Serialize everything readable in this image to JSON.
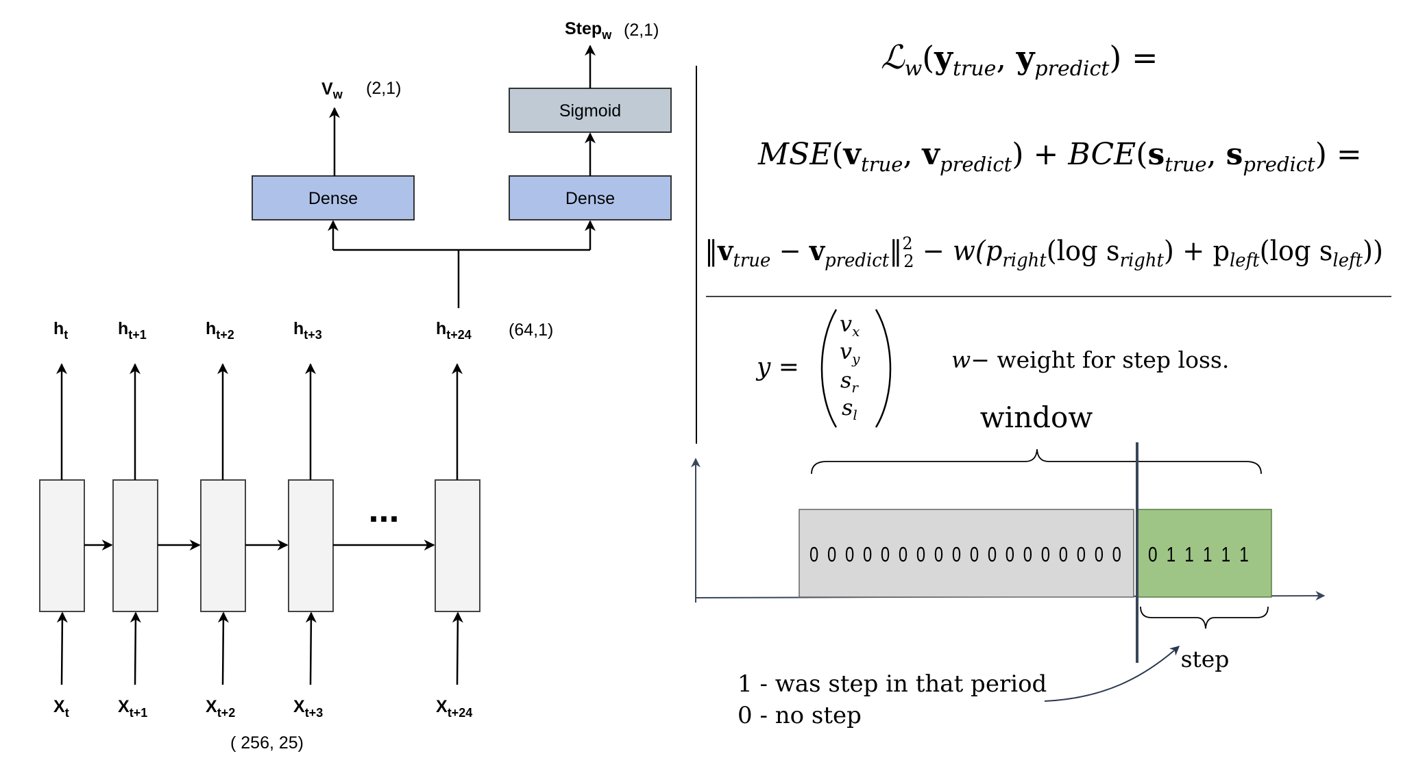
{
  "network": {
    "dense_left_label": "Dense",
    "dense_right_label": "Dense",
    "sigmoid_label": "Sigmoid",
    "vw_label": "V",
    "vw_sub": "w",
    "vw_dim": "(2,1)",
    "step_label": "Step",
    "step_sub": "w",
    "step_dim": "(2,1)",
    "hidden_dim": "(64,1)",
    "input_dim": "( 256, 25)",
    "ellipsis": "...",
    "hidden_units": [
      {
        "base": "h",
        "sub": "t"
      },
      {
        "base": "h",
        "sub": "t+1"
      },
      {
        "base": "h",
        "sub": "t+2"
      },
      {
        "base": "h",
        "sub": "t+3"
      },
      {
        "base": "h",
        "sub": "t+24"
      }
    ],
    "inputs": [
      {
        "base": "X",
        "sub": "t"
      },
      {
        "base": "X",
        "sub": "t+1"
      },
      {
        "base": "X",
        "sub": "t+2"
      },
      {
        "base": "X",
        "sub": "t+3"
      },
      {
        "base": "X",
        "sub": "t+24"
      }
    ]
  },
  "formulas": {
    "line1": {
      "L": "ℒ",
      "Lsub": "w",
      "open": "(",
      "y1": "y",
      "y1sub": "true",
      "comma": ", ",
      "y2": "y",
      "y2sub": "predict",
      "close": ") ="
    },
    "line2": {
      "mse": "MSE",
      "open1": "(",
      "v1": "v",
      "v1sub": "true",
      "comma1": ", ",
      "v2": "v",
      "v2sub": "predict",
      "mid": ") + ",
      "bce": "BCE",
      "open2": "(",
      "s1": "s",
      "s1sub": "true",
      "comma2": ", ",
      "s2": "s",
      "s2sub": "predict",
      "close": ") ="
    },
    "line3": {
      "bar": "‖",
      "v1": "v",
      "v1sub": "true",
      "minus": " − ",
      "v2": "v",
      "v2sub": "predict",
      "bar2": "‖",
      "sup": "2",
      "sub": "2",
      "rest1": " − w(p",
      "pr": "right",
      "log1": "(log s",
      "sr": "right",
      "plus": ") + p",
      "pl": "left",
      "log2": "(log s",
      "sl": "left",
      "end": "))"
    },
    "y_eq": "y =",
    "vector": [
      {
        "base": "v",
        "sub": "x"
      },
      {
        "base": "v",
        "sub": "y"
      },
      {
        "base": "s",
        "sub": "r"
      },
      {
        "base": "s",
        "sub": "l"
      }
    ],
    "weight_note_w": "w",
    "weight_note": "− weight for step loss."
  },
  "window_diagram": {
    "window_label": "window",
    "step_label": "step",
    "zeros": "0 0 0 0 0 0 0 0 0 0 0 0 0 0 0 0 0 0",
    "ones": "0 1 1 1 1 1",
    "legend_1": "1 - was step in that period",
    "legend_0": "0 - no step"
  },
  "colors": {
    "dense_fill": "#aec2e9",
    "sigmoid_fill": "#bfcad5",
    "cell_fill": "#f3f3f3",
    "window_fill": "#d8d8d8",
    "step_fill": "#9ec585"
  }
}
